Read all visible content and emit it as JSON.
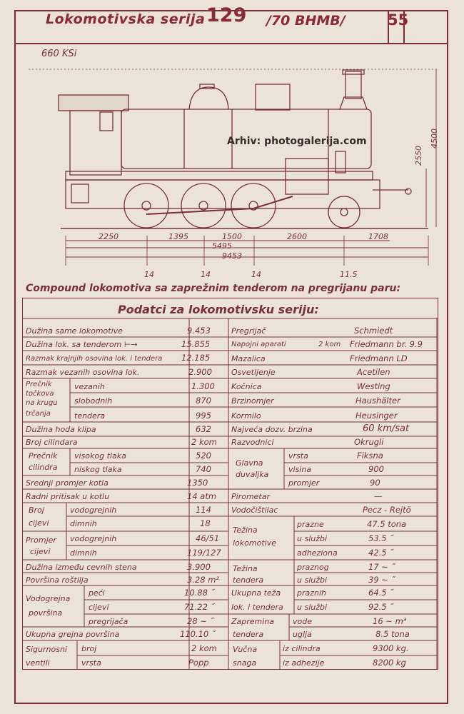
{
  "header": {
    "title": "Lokomotivska serija",
    "series": "129",
    "gauge": "/70 BHMB/",
    "page_number": "55"
  },
  "drawing": {
    "ksi": "660 KSi",
    "watermark": "Arhiv: photogalerija.com",
    "dims_bottom": [
      "2250",
      "1395",
      "1500",
      "2600",
      "1708"
    ],
    "dim_5495": "5495",
    "dim_9453": "9453",
    "axle_loads": [
      "14",
      "14",
      "14",
      "11.5"
    ],
    "dim_2550": "2550",
    "dim_4500": "4500"
  },
  "caption": "Compound lokomotiva sa zaprežnim tenderom na pregrijanu paru:",
  "table_title": "Podatci za lokomotivsku seriju:",
  "left": {
    "duzina_same": {
      "label": "Dužina same lokomotive",
      "value": "9.453"
    },
    "duzina_tender": {
      "label": "Dužina lok. sa tenderom ⊢→",
      "value": "15.855"
    },
    "razmak_krajnjih": {
      "label": "Razmak krajnjih osovina lok. i tendera",
      "value": "12.185"
    },
    "razmak_vezanih": {
      "label": "Razmak vezanih osovina lok.",
      "value": "2.900"
    },
    "precnik_group": {
      "label1": "Prečnik",
      "label2": "točkova",
      "label3": "na krugu",
      "label4": "trčanja"
    },
    "vezanih": {
      "label": "vezanih",
      "value": "1.300"
    },
    "slobodnih": {
      "label": "slobodnih",
      "value": "870"
    },
    "tendera": {
      "label": "tendera",
      "value": "995"
    },
    "duzina_hoda": {
      "label": "Dužina hoda klipa",
      "value": "632"
    },
    "broj_cilindara": {
      "label": "Broj cilindara",
      "value": "2 kom"
    },
    "cilindra_group": {
      "label1": "Prečnik",
      "label2": "cilindra"
    },
    "visokog": {
      "label": "visokog tlaka",
      "value": "520"
    },
    "niskog": {
      "label": "niskog tlaka",
      "value": "740"
    },
    "srednji_promjer": {
      "label": "Srednji promjer kotla",
      "value": "1350"
    },
    "radni_pritisak": {
      "label": "Radni pritisak u kotlu",
      "value": "14 atm"
    },
    "broj_cijevi_group": {
      "label1": "Broj",
      "label2": "cijevi"
    },
    "broj_vodogrejnih": {
      "label": "vodogrejnih",
      "value": "114"
    },
    "broj_dimnih": {
      "label": "dimnih",
      "value": "18"
    },
    "promjer_cijevi_group": {
      "label1": "Promjer",
      "label2": "cijevi"
    },
    "promjer_vodogrejnih": {
      "label": "vodogrejnih",
      "value": "46/51"
    },
    "promjer_dimnih": {
      "label": "dimnih",
      "value": "119/127"
    },
    "duzina_izmedju": {
      "label": "Dužina između cevnih stena",
      "value": "3.900"
    },
    "povrsina_rostilja": {
      "label": "Površina roštilja",
      "value": "3.28 m²"
    },
    "vodogrejna_group": {
      "label1": "Vodogrejna",
      "label2": "površina"
    },
    "peci": {
      "label": "peći",
      "value": "10.88 ˝"
    },
    "cijevi": {
      "label": "cijevi",
      "value": "71.22 ˝"
    },
    "pregrijaca": {
      "label": "pregrijača",
      "value": "28 ~ ˝"
    },
    "ukupna_grejna": {
      "label": "Ukupna grejna površina",
      "value": "110.10 ˝"
    },
    "sigurnosni_group": {
      "label1": "Sigurnosni",
      "label2": "ventili"
    },
    "broj_ventila": {
      "label": "broj",
      "value": "2 kom"
    },
    "vrsta_ventila": {
      "label": "vrsta",
      "value": "Popp"
    }
  },
  "right": {
    "pregrijac": {
      "label": "Pregrijač",
      "value": "Schmiedt"
    },
    "napojni": {
      "label": "Napojni aparati",
      "qty": "2 kom",
      "value": "Friedmann br. 9.9"
    },
    "mazalica": {
      "label": "Mazalica",
      "value": "Friedmann LD"
    },
    "osvetljenje": {
      "label": "Osvetljenje",
      "value": "Acetilen"
    },
    "kocnica": {
      "label": "Kočnica",
      "value": "Westing"
    },
    "brzinomjer": {
      "label": "Brzinomjer",
      "value": "Haushälter"
    },
    "kormilo": {
      "label": "Kormilo",
      "value": "Heusinger"
    },
    "najveca_brzina": {
      "label": "Najveća dozv. brzina",
      "value": "60 km/sat"
    },
    "razvodnici": {
      "label": "Razvodnici",
      "value": "Okrugli"
    },
    "glavna_group": {
      "label1": "Glavna",
      "label2": "duvaljka"
    },
    "gd_vrsta": {
      "label": "vrsta",
      "value": "Fiksna"
    },
    "gd_visina": {
      "label": "visina",
      "value": "900"
    },
    "gd_promjer": {
      "label": "promjer",
      "value": "90"
    },
    "pirometar": {
      "label": "Pirometar",
      "value": "—"
    },
    "vodocistilac": {
      "label": "Vodočištilac",
      "value": "Pecz - Rejtö"
    },
    "tezina_lok_group": {
      "label1": "Težina",
      "label2": "lokomotive"
    },
    "tl_prazne": {
      "label": "prazne",
      "value": "47.5 tona"
    },
    "tl_sluzbi": {
      "label": "u službi",
      "value": "53.5 ˝"
    },
    "tl_adheziona": {
      "label": "adheziona",
      "value": "42.5 ˝"
    },
    "tezina_ten_group": {
      "label1": "Težina",
      "label2": "tendera"
    },
    "tt_praznog": {
      "label": "praznog",
      "value": "17 ~ ˝"
    },
    "tt_sluzbi": {
      "label": "u službi",
      "value": "39 ~ ˝"
    },
    "ukupna_teza_group": {
      "label1": "Ukupna teža",
      "label2": "lok. i tendera"
    },
    "ut_praznih": {
      "label": "praznih",
      "value": "64.5 ˝"
    },
    "ut_sluzbi": {
      "label": "u službi",
      "value": "92.5 ˝"
    },
    "zapremina_group": {
      "label1": "Zapremina",
      "label2": "tendera"
    },
    "zt_vode": {
      "label": "vode",
      "value": "16 ~ m³"
    },
    "zt_uglja": {
      "label": "uglja",
      "value": "8.5 tona"
    },
    "vucna_group": {
      "label1": "Vučna",
      "label2": "snaga"
    },
    "vs_cilindra": {
      "label": "iz cilindra",
      "value": "9300 kg."
    },
    "vs_adhezije": {
      "label": "iz adhezije",
      "value": "8200 kg"
    }
  },
  "colors": {
    "ink": "#7a2f3a",
    "paper": "#ebe3d8"
  }
}
